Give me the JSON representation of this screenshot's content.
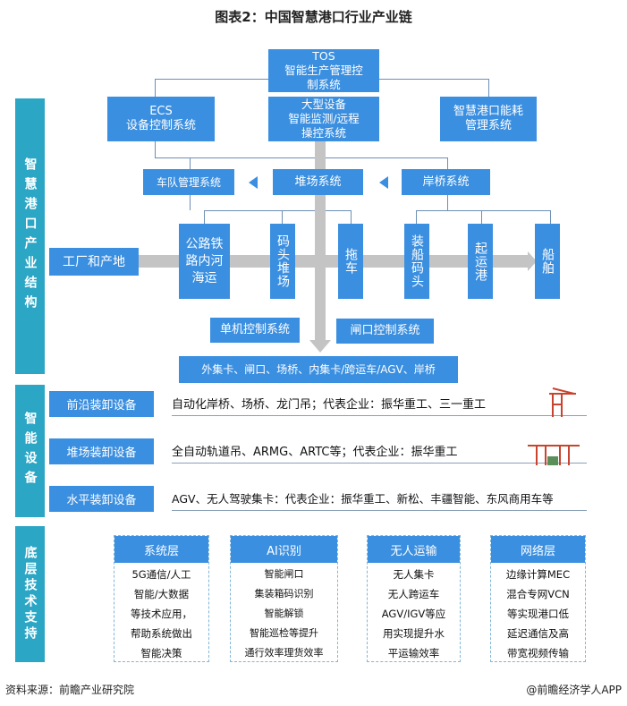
{
  "title": "图表2：中国智慧港口行业产业链",
  "sections": {
    "structure": "智慧港口产业结构",
    "equipment": "智能设备",
    "tech": "底层技术支持"
  },
  "structure": {
    "tos": "TOS\n智能生产管理控\n制系统",
    "ecs": "ECS\n设备控制系统",
    "large": "大型设备\n智能监测/远程\n操控系统",
    "energy": "智慧港口能耗\n管理系统",
    "fleet": "车队管理系统",
    "yard": "堆场系统",
    "quay": "岸桥系统",
    "factory": "工厂和产地",
    "chain": [
      "公路铁路内河海运",
      "码头堆场",
      "拖车",
      "装船码头",
      "起运港",
      "船舶"
    ],
    "single": "单机控制系统",
    "gate": "闸口控制系统",
    "bottom": "外集卡、闸口、场桥、内集卡/跨运车/AGV、岸桥"
  },
  "equipment": [
    {
      "label": "前沿装卸设备",
      "text": "自动化岸桥、场桥、龙门吊；代表企业：振华重工、三一重工"
    },
    {
      "label": "堆场装卸设备",
      "text": "全自动轨道吊、ARMG、ARTC等；代表企业：振华重工"
    },
    {
      "label": "水平装卸设备",
      "text": "AGV、无人驾驶集卡：代表企业：振华重工、新松、丰疆智能、东风商用车等"
    }
  ],
  "tech": [
    {
      "title": "系统层",
      "body": "5G通信/人工\n智能/大数据\n等技术应用，\n帮助系统做出\n智能决策"
    },
    {
      "title": "AI识别",
      "body": "智能闸口\n集装箱码识别\n智能解锁\n智能巡检等提升\n通行效率理货效率"
    },
    {
      "title": "无人运输",
      "body": "无人集卡\n无人跨运车\nAGV/IGV等应\n用实现提升水\n平运输效率"
    },
    {
      "title": "网络层",
      "body": "边缘计算MEC\n混合专网VCN\n等实现港口低\n延迟通信及高\n带宽视频传输"
    }
  ],
  "footer": {
    "source": "资料来源：前瞻产业研究院",
    "credit": "@前瞻经济学人APP"
  },
  "colors": {
    "box": "#3b8fe0",
    "side": "#2ba6c5",
    "arrow": "#c4c4c4"
  }
}
